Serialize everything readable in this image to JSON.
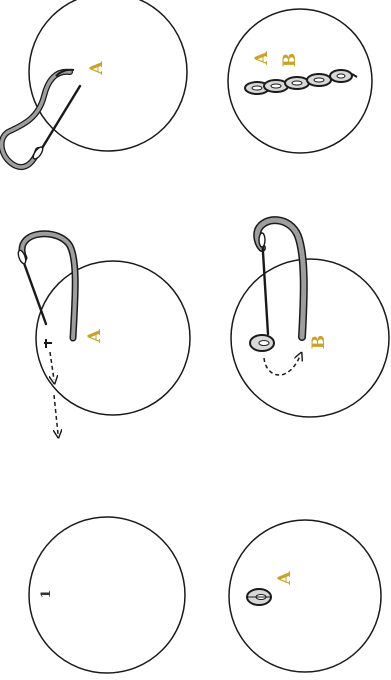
{
  "colors": {
    "ink": "#1a1a1a",
    "label": "#c9a227",
    "thread_fill": "#9e9e9e",
    "thread_dark": "#555555"
  },
  "panels": {
    "top_left": {
      "label_a": "A"
    },
    "top_right": {
      "label_a": "A",
      "label_b": "B"
    },
    "mid_left": {
      "label_a": "A"
    },
    "mid_right": {
      "label_b": "B"
    },
    "bottom_left": {
      "number": "1"
    },
    "bottom_right": {
      "label_a": "A"
    }
  },
  "icons": [
    "needle-icon",
    "thread-loop-icon",
    "chain-stitch-icon",
    "dashed-arrow-icon",
    "stitch-loop-icon"
  ]
}
